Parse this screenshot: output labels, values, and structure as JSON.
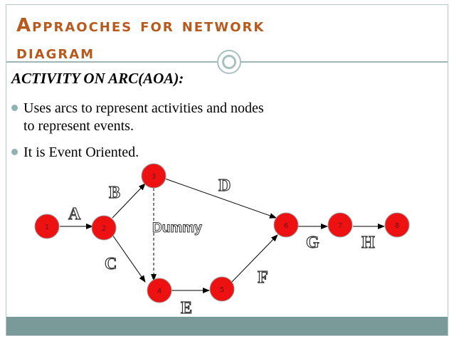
{
  "slide": {
    "title_line1": "Appraoches for network",
    "title_line2": "diagram",
    "heading": "ACTIVITY ON ARC(AOA):",
    "bullets": [
      {
        "line1": "Uses arcs to represent activities and nodes",
        "line2": "to represent events."
      },
      {
        "line1": "It is Event Oriented.",
        "line2": ""
      }
    ]
  },
  "diagram": {
    "nodes": [
      "1",
      "2",
      "3",
      "4",
      "5",
      "6",
      "7",
      "8"
    ],
    "activities": {
      "A": "A",
      "B": "B",
      "C": "C",
      "D": "D",
      "E": "E",
      "F": "F",
      "G": "G",
      "H": "H"
    },
    "dummy_label": "Dummy",
    "node_color": "#ee1111",
    "arrow_color": "#000000"
  },
  "colors": {
    "title": "#b85a1e",
    "accent": "#7a9a9a",
    "bullet": "#8fb2b2"
  }
}
